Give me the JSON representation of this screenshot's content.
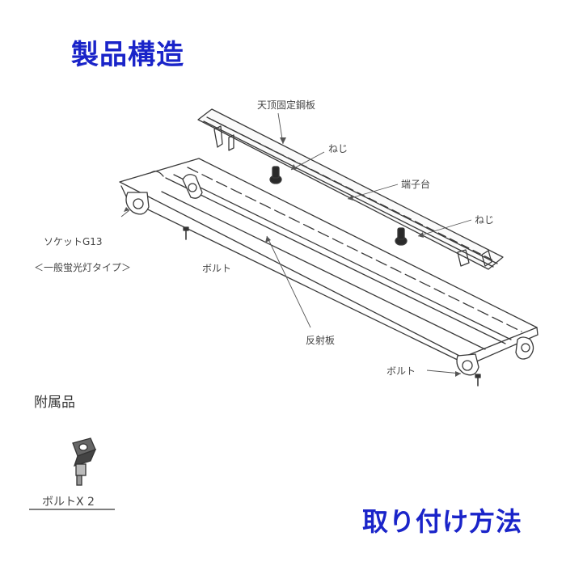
{
  "title": "製品構造",
  "footer_title": "取り付け方法",
  "labels": {
    "ceiling_plate": "天顶固定鋼板",
    "screw_1": "ねじ",
    "terminal_block": "端子台",
    "screw_2": "ねじ",
    "socket": "ソケットG13",
    "socket_note": "＜一般蛍光灯タイプ＞",
    "bolt_1": "ボルト",
    "reflector": "反射板",
    "bolt_2": "ボルト"
  },
  "accessories": {
    "heading": "附属品",
    "item": "ボルトX 2"
  },
  "colors": {
    "title": "#1a24c9",
    "line": "#3a3a3a"
  }
}
